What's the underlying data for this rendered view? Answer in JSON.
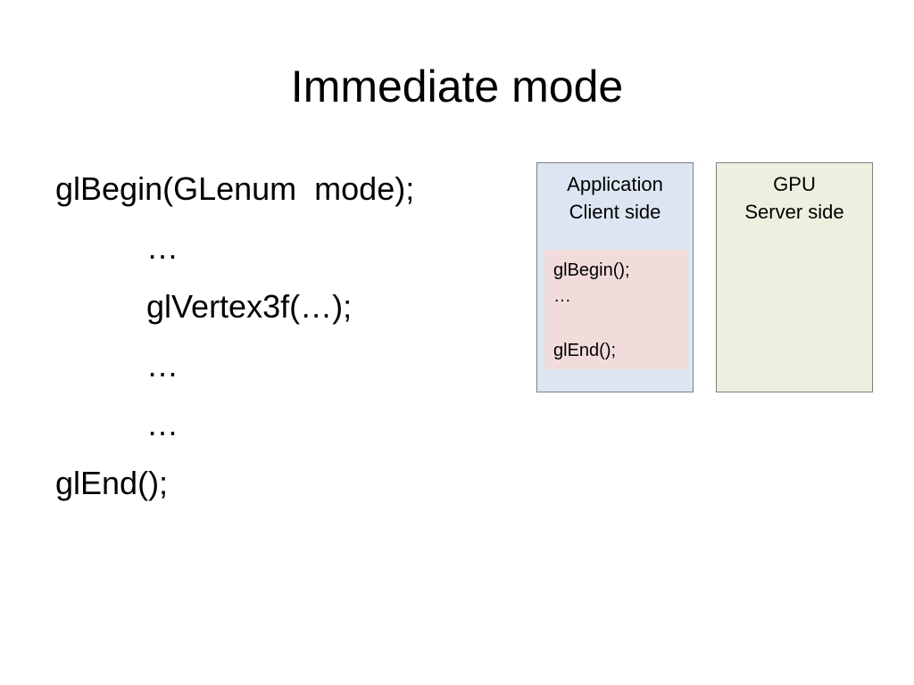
{
  "slide": {
    "title": "Immediate mode"
  },
  "code": {
    "lines": [
      {
        "text": "glBegin(GLenum  mode);",
        "indent": false
      },
      {
        "text": "…",
        "indent": true
      },
      {
        "text": "glVertex3f(…);",
        "indent": true
      },
      {
        "text": "…",
        "indent": true
      },
      {
        "text": "…",
        "indent": true
      },
      {
        "text": "glEnd();",
        "indent": false
      }
    ]
  },
  "diagram": {
    "client": {
      "heading_line1": "Application",
      "heading_line2": "Client side",
      "color": "#dce6f2",
      "commands": {
        "color": "#f2dcdb",
        "line1": "glBegin();",
        "line2": "…",
        "line3": "glEnd();"
      }
    },
    "server": {
      "heading_line1": "GPU",
      "heading_line2": "Server side",
      "color": "#ebf1de"
    }
  }
}
